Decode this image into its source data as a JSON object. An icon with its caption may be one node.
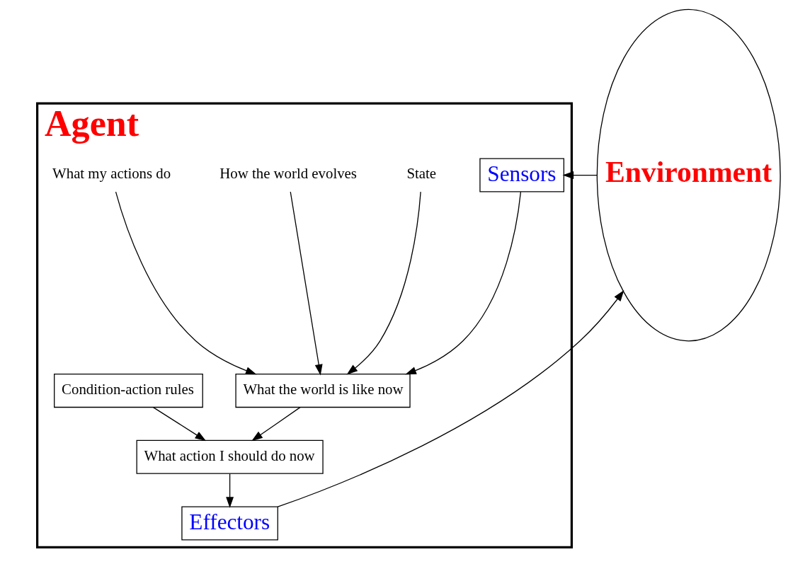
{
  "diagram": {
    "nodes": [
      {
        "text": [
          "Agent"
        ]
      },
      {
        "text": [
          "Sensors"
        ],
        "in": 0
      },
      {
        "text": [
          "State"
        ],
        "in": 0
      },
      {
        "text": [
          "How the world evolves"
        ],
        "in": 0
      },
      {
        "text": [
          "What the world is like now"
        ],
        "in": 0
      },
      {
        "text": [
          "What my actions do"
        ],
        "in": 0
      },
      {
        "text": [
          "Condition-action rules"
        ],
        "in": 0
      },
      {
        "text": [
          "What action I should do now"
        ],
        "in": 0
      },
      {
        "text": [
          "Effectors"
        ],
        "in": 0
      },
      {
        "text": [
          "Environment"
        ]
      }
    ],
    "edges": [
      {
        "from": 9,
        "to": 1,
        "arrow": "to"
      },
      {
        "from": 1,
        "to": 4,
        "arrow": "to"
      },
      {
        "from": 2,
        "to": 4,
        "arrow": "to"
      },
      {
        "from": 3,
        "to": 4,
        "arrow": "to"
      },
      {
        "from": 5,
        "to": 4,
        "arrow": "to"
      },
      {
        "from": 4,
        "to": 7,
        "arrow": "to"
      },
      {
        "from": 6,
        "to": 7,
        "arrow": "to"
      },
      {
        "from": 7,
        "to": 8,
        "arrow": "to"
      },
      {
        "from": 8,
        "to": 9,
        "arrow": "to"
      }
    ]
  }
}
